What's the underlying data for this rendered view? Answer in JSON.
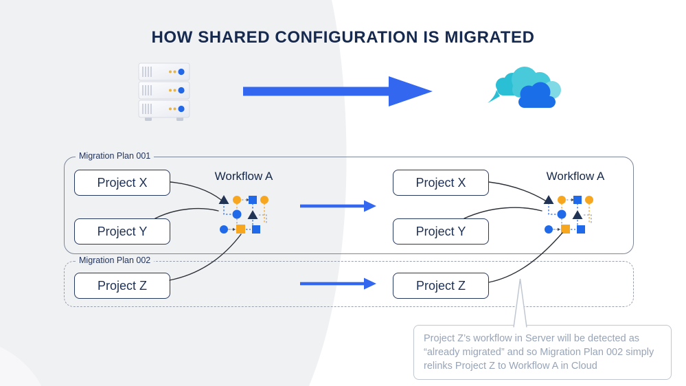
{
  "title": "HOW SHARED CONFIGURATION IS MIGRATED",
  "plans": {
    "p1": {
      "label": "Migration Plan 001"
    },
    "p2": {
      "label": "Migration Plan 002"
    }
  },
  "server_side": {
    "project_x": "Project X",
    "project_y": "Project Y",
    "project_z": "Project Z",
    "workflow_label": "Workflow A"
  },
  "cloud_side": {
    "project_x": "Project X",
    "project_y": "Project Y",
    "project_z": "Project Z",
    "workflow_label": "Workflow A"
  },
  "callout": {
    "text": "Project Z’s workflow in Server will be detected as “already migrated” and so Migration Plan 002 simply relinks Project Z to Workflow A in Cloud"
  },
  "icons": {
    "server": "server-icon",
    "cloud": "cloud-icon",
    "workflow": "workflow-icon",
    "migration_arrow": "arrow-right-icon"
  },
  "colors": {
    "accent_blue": "#3467f0",
    "navy": "#1c2f55",
    "node_orange": "#f6a71f",
    "node_blue": "#2069e8",
    "cloud_teal": "#49cadb",
    "background_gray": "#f0f1f3",
    "callout_text": "#97a4b8"
  }
}
